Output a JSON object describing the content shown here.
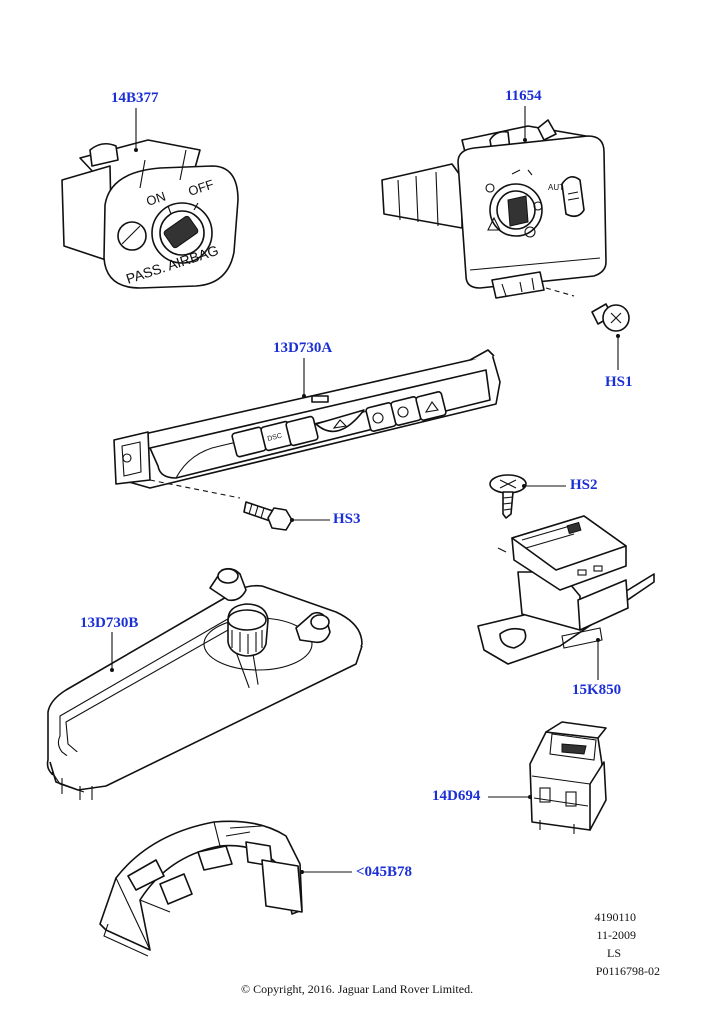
{
  "parts": [
    {
      "id": "14B377",
      "label": "14B377",
      "name": "passenger-airbag-switch"
    },
    {
      "id": "11654",
      "label": "11654",
      "name": "headlamp-switch"
    },
    {
      "id": "HS1",
      "label": "HS1",
      "name": "screw-hs1"
    },
    {
      "id": "13D730A",
      "label": "13D730A",
      "name": "switch-panel"
    },
    {
      "id": "HS2",
      "label": "HS2",
      "name": "screw-hs2"
    },
    {
      "id": "HS3",
      "label": "HS3",
      "name": "bolt-hs3"
    },
    {
      "id": "13D730B",
      "label": "13D730B",
      "name": "console-control-panel"
    },
    {
      "id": "15K850",
      "label": "15K850",
      "name": "parking-brake-switch"
    },
    {
      "id": "14D694",
      "label": "14D694",
      "name": "seat-heater-switch"
    },
    {
      "id": "045B78",
      "label": "<045B78",
      "name": "bracket"
    }
  ],
  "switch_text": {
    "pass_airbag": "PASS. AIRBAG",
    "on": "ON",
    "off": "OFF",
    "auto": "AUTO",
    "dsc": "DSC"
  },
  "footer": {
    "ref_lines": [
      "4190110",
      "11-2009",
      "LS",
      "P0116798-02"
    ],
    "copyright": "© Copyright, 2016. Jaguar Land Rover Limited."
  },
  "colors": {
    "callout": "#1b2fd6",
    "line": "#111111"
  }
}
